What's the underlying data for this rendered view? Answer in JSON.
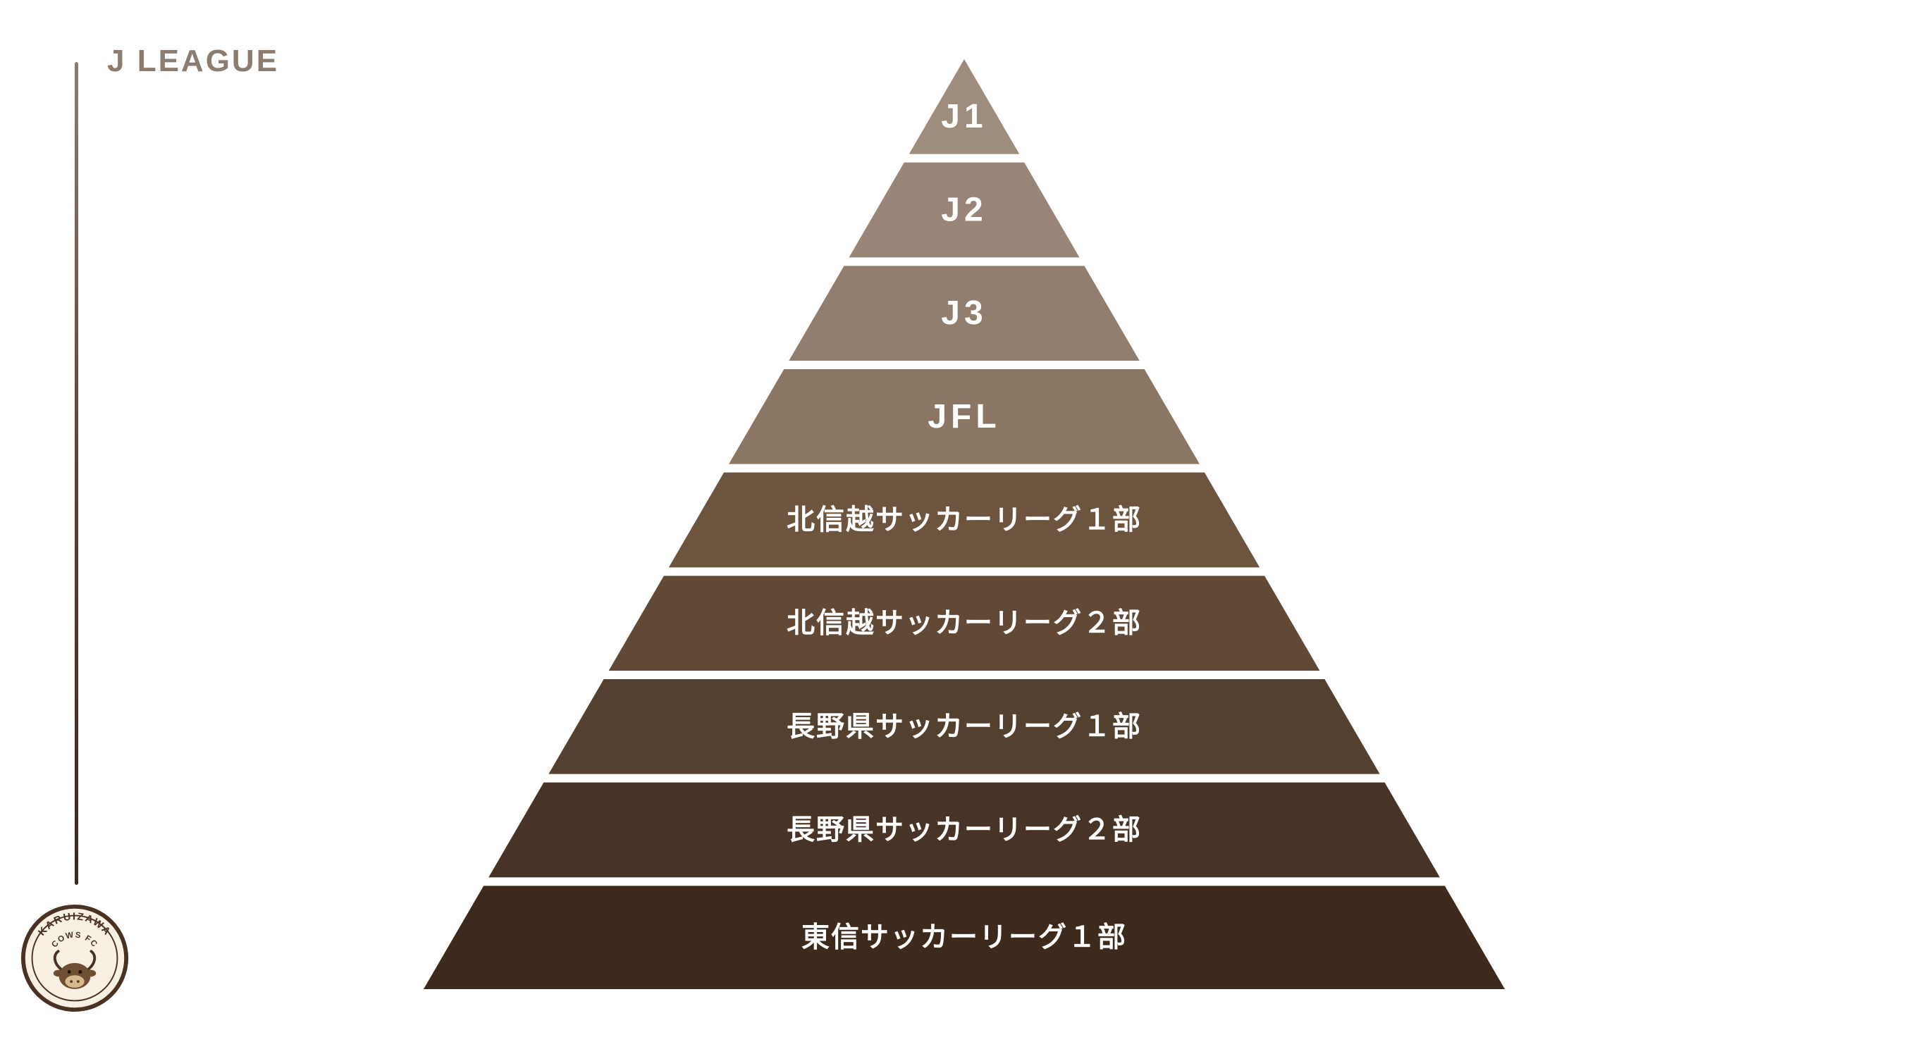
{
  "page": {
    "title": "J LEAGUE",
    "background": "#ffffff",
    "title_color": "#8c7c6f"
  },
  "logo": {
    "top_text": "KARUIZAWA",
    "bottom_text": "COWS FC"
  },
  "chart_data": {
    "type": "pyramid",
    "title": "J LEAGUE",
    "tiers": [
      {
        "rank": 1,
        "label": "J1",
        "color": "#9e8c7d"
      },
      {
        "rank": 2,
        "label": "J2",
        "color": "#998577"
      },
      {
        "rank": 3,
        "label": "J3",
        "color": "#927e6e"
      },
      {
        "rank": 4,
        "label": "JFL",
        "color": "#8b7664"
      },
      {
        "rank": 5,
        "label": "北信越サッカーリーグ１部",
        "color": "#6d543f"
      },
      {
        "rank": 6,
        "label": "北信越サッカーリーグ２部",
        "color": "#614936"
      },
      {
        "rank": 7,
        "label": "長野県サッカーリーグ１部",
        "color": "#53402f"
      },
      {
        "rank": 8,
        "label": "長野県サッカーリーグ２部",
        "color": "#483427"
      },
      {
        "rank": 9,
        "label": "東信サッカーリーグ１部",
        "color": "#3d2a1d"
      }
    ]
  }
}
